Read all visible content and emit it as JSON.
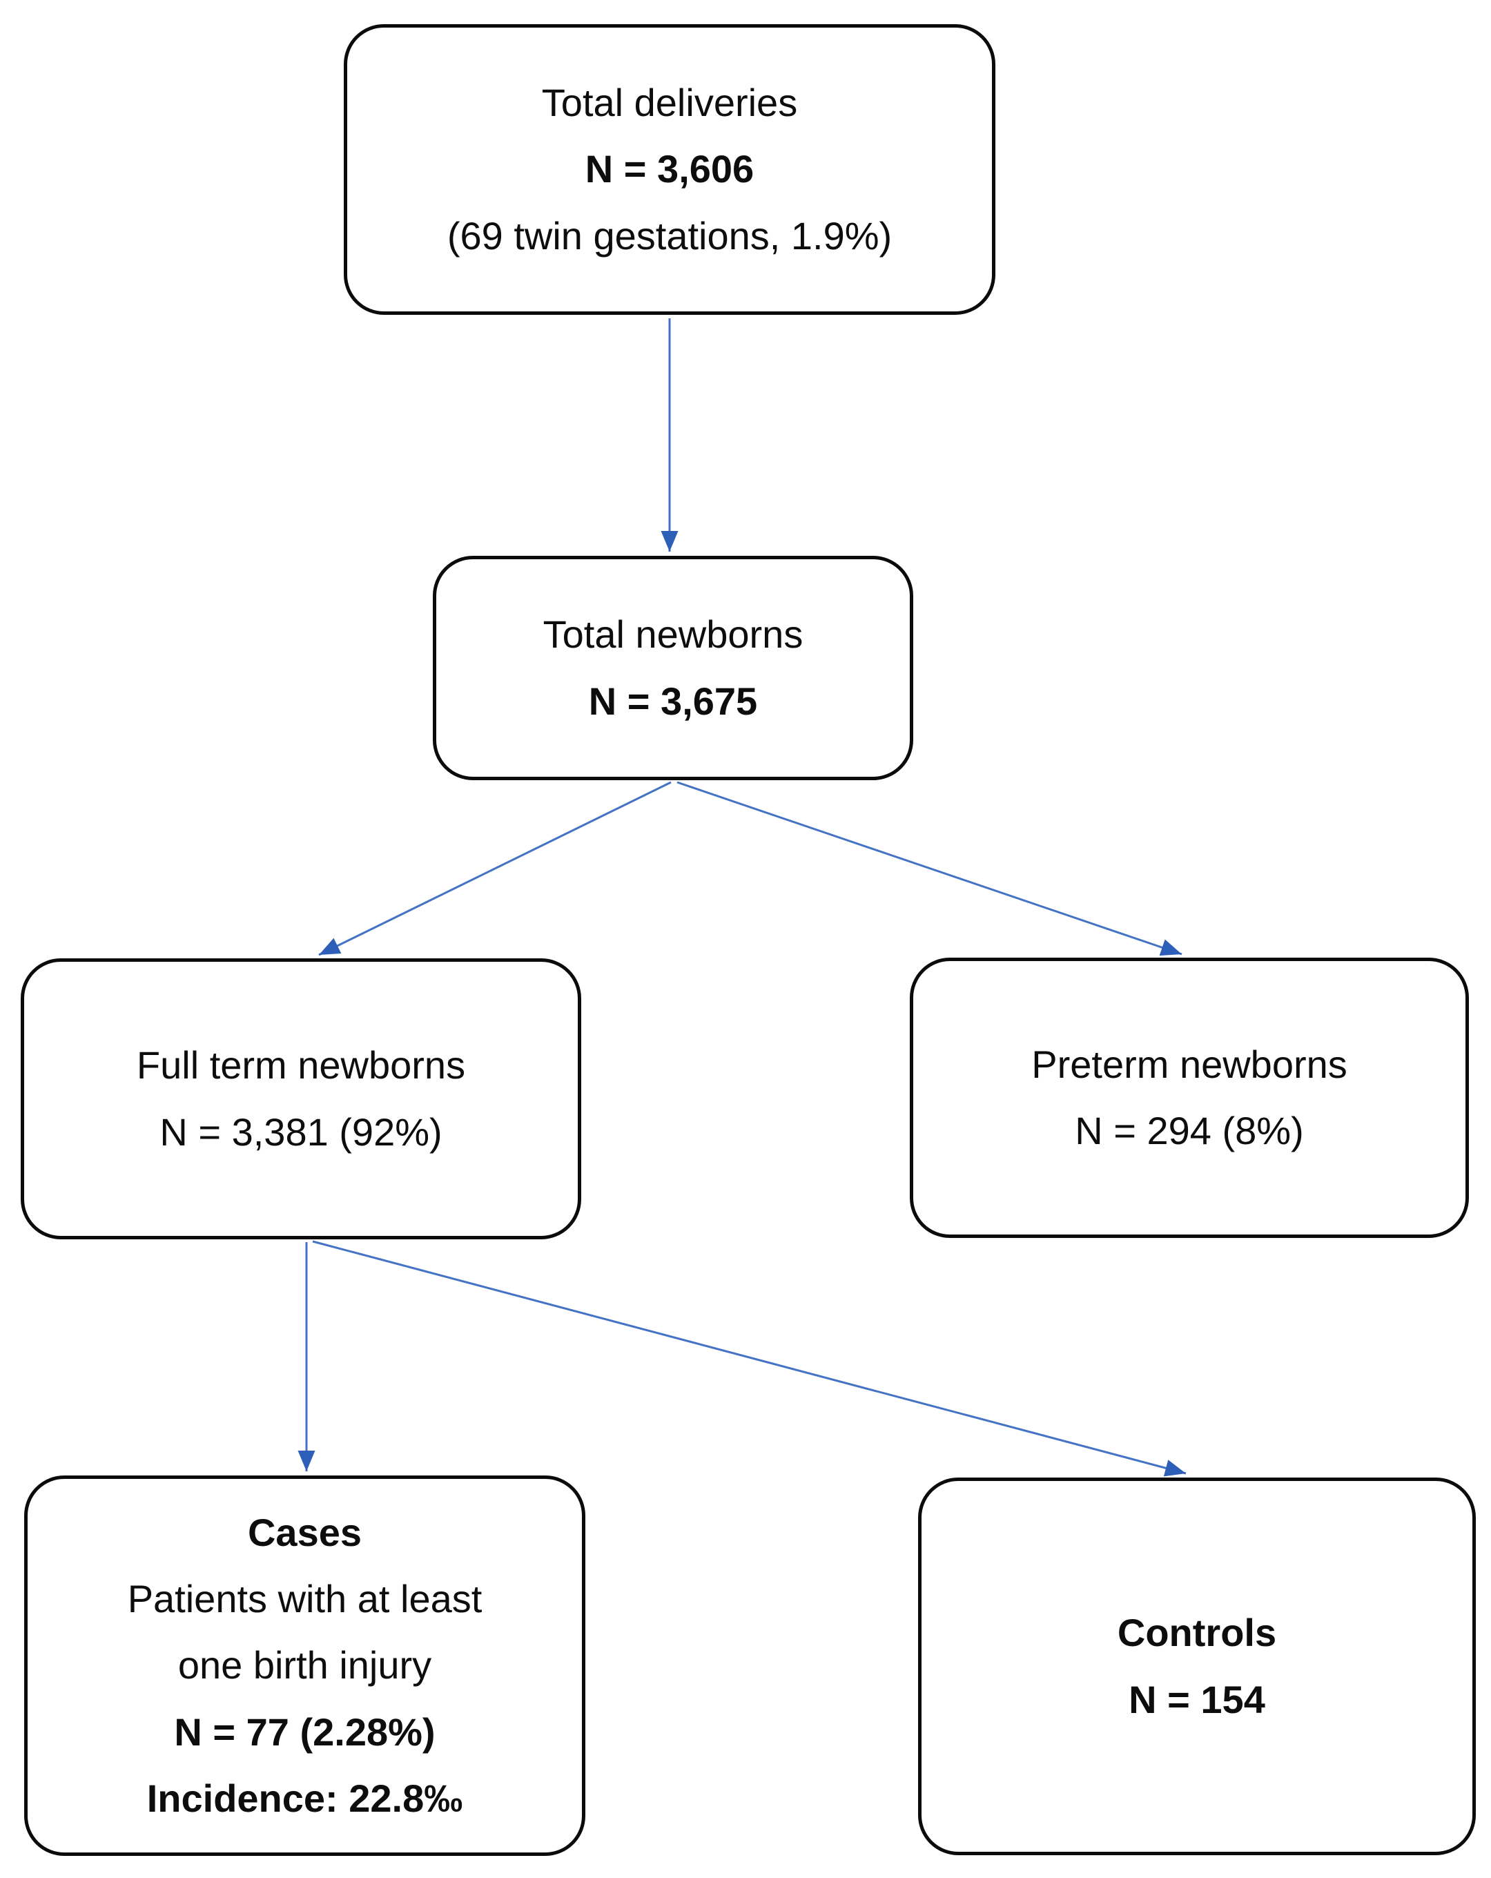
{
  "figure": {
    "type": "flowchart",
    "colors": {
      "background": "#ffffff",
      "box_fill": "#ffffff",
      "box_border": "#000000",
      "text": "#000000",
      "arrow_line": "#4472C4",
      "arrow_head": "#2E5FB8"
    }
  },
  "nodes": {
    "total_deliveries": {
      "lines": [
        {
          "text": "Total deliveries",
          "bold": false
        },
        {
          "text": "N = 3,606",
          "bold": true
        },
        {
          "text": "(69 twin gestations, 1.9%)",
          "bold": false
        }
      ]
    },
    "total_newborns": {
      "lines": [
        {
          "text": "Total newborns",
          "bold": false
        },
        {
          "text": "N = 3,675",
          "bold": true
        }
      ]
    },
    "full_term_newborns": {
      "lines": [
        {
          "text": "Full term newborns",
          "bold": false
        },
        {
          "text": "N = 3,381 (92%)",
          "bold": false
        }
      ]
    },
    "preterm_newborns": {
      "lines": [
        {
          "text": "Preterm newborns",
          "bold": false
        },
        {
          "text": "N = 294 (8%)",
          "bold": false
        }
      ]
    },
    "cases": {
      "lines": [
        {
          "text": "Cases",
          "bold": true
        },
        {
          "text": "Patients with at least",
          "bold": false
        },
        {
          "text": "one birth injury",
          "bold": false
        },
        {
          "text": "N = 77 (2.28%)",
          "bold": true
        },
        {
          "text": "Incidence: 22.8‰",
          "bold": true
        }
      ]
    },
    "controls": {
      "lines": [
        {
          "text": "Controls",
          "bold": true
        },
        {
          "text": "N = 154",
          "bold": true
        }
      ]
    }
  },
  "edges": [
    {
      "from": "total_deliveries",
      "to": "total_newborns"
    },
    {
      "from": "total_newborns",
      "to": "full_term_newborns"
    },
    {
      "from": "total_newborns",
      "to": "preterm_newborns"
    },
    {
      "from": "full_term_newborns",
      "to": "cases"
    },
    {
      "from": "full_term_newborns",
      "to": "controls"
    }
  ]
}
